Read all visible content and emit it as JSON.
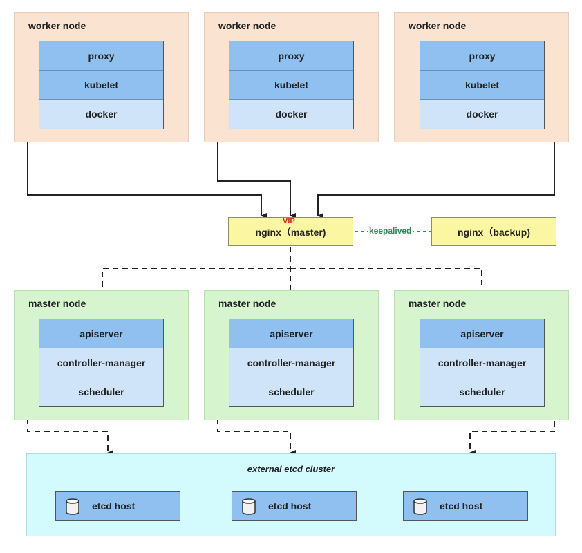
{
  "worker_nodes": [
    {
      "title": "worker node",
      "components": [
        "proxy",
        "kubelet",
        "docker"
      ]
    },
    {
      "title": "worker node",
      "components": [
        "proxy",
        "kubelet",
        "docker"
      ]
    },
    {
      "title": "worker node",
      "components": [
        "proxy",
        "kubelet",
        "docker"
      ]
    }
  ],
  "load_balancer": {
    "vip_label": "VIP",
    "master_label": "nginx（master)",
    "backup_label": "nginx（backup)",
    "link_label": "keepalived"
  },
  "master_nodes": [
    {
      "title": "master node",
      "components": [
        "apiserver",
        "controller-manager",
        "scheduler"
      ]
    },
    {
      "title": "master node",
      "components": [
        "apiserver",
        "controller-manager",
        "scheduler"
      ]
    },
    {
      "title": "master node",
      "components": [
        "apiserver",
        "controller-manager",
        "scheduler"
      ]
    }
  ],
  "etcd": {
    "title": "external etcd cluster",
    "hosts": [
      {
        "label": "etcd host",
        "icon": "database-icon"
      },
      {
        "label": "etcd host",
        "icon": "database-icon"
      },
      {
        "label": "etcd host",
        "icon": "database-icon"
      }
    ]
  },
  "colors": {
    "worker_bg": "#fbe3d1",
    "master_bg": "#d6f5cf",
    "component_dark": "#8fc0ef",
    "component_light": "#cfe4f8",
    "nginx_bg": "#fbf6a1",
    "etcd_bg": "#d3fafc",
    "vip_text": "#cc2a1a",
    "keepalived_text": "#2e8a5a"
  }
}
